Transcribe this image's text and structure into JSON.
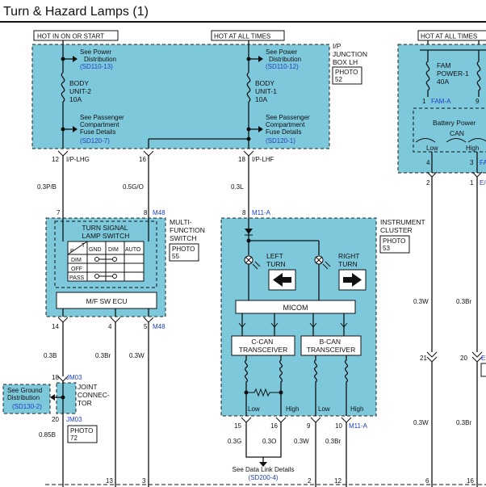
{
  "title": "Turn & Hazard Lamps (1)",
  "hot_labels": {
    "ign": "HOT IN ON OR START",
    "all1": "HOT AT ALL TIMES",
    "all2": "HOT AT ALL TIMES"
  },
  "ijb": {
    "title": [
      "I/P",
      "JUNCTION",
      "BOX LH"
    ],
    "photo": [
      "PHOTO",
      "52"
    ],
    "left": {
      "see_power": [
        "See Power",
        "Distribution"
      ],
      "see_power_ref": "(SD110-13)",
      "fuse": [
        "BODY",
        "UNIT-2",
        "10A"
      ],
      "see_pass": [
        "See Passenger",
        "Compartment",
        "Fuse Details"
      ],
      "see_pass_ref": "(SD120-7)"
    },
    "right": {
      "see_power": [
        "See Power",
        "Distribution"
      ],
      "see_power_ref": "(SD110-12)",
      "fuse": [
        "BODY",
        "UNIT-1",
        "10A"
      ],
      "see_pass": [
        "See Passenger",
        "Compartment",
        "Fuse Details"
      ],
      "see_pass_ref": "(SD120-1)"
    },
    "pins": [
      {
        "num": "12",
        "label": "I/P-LHG"
      },
      {
        "num": "16",
        "label": ""
      },
      {
        "num": "18",
        "label": "I/P-LHF"
      }
    ]
  },
  "fam": {
    "fuse": [
      "FAM",
      "POWER-1",
      "40A"
    ],
    "pin1": "1",
    "conn": "FAM-A",
    "pin9": "9",
    "batt": [
      "Battery Power",
      "CAN"
    ],
    "low": "Low",
    "high": "High",
    "pin4": "4",
    "pin3": "3",
    "conn2": "FA"
  },
  "wires": {
    "w1": "0.3P/B",
    "w2": "0.5G/O",
    "w3": "0.3L",
    "w4": "0.3B",
    "w5": "0.3Br",
    "w6": "0.3W",
    "w7": "0.85B",
    "w8": "0.3G",
    "w9": "0.3O",
    "w10": "0.3W",
    "w11": "0.3Br",
    "w12": "0.3W",
    "w13": "0.3Br",
    "w14": "0.3W",
    "w15": "0.3Br"
  },
  "mfs": {
    "title": [
      "MULTI-",
      "FUNCTION",
      "SWITCH"
    ],
    "photo": [
      "PHOTO",
      "55"
    ],
    "inner": [
      "TURN SIGNAL",
      "LAMP SWITCH"
    ],
    "table_head": [
      "P",
      "T",
      "GND",
      "DIM",
      "AUTO"
    ],
    "rows": [
      "DIM",
      "OFF",
      "PASS"
    ],
    "ecu": "M/F SW ECU",
    "pin7": "7",
    "pin8": "8",
    "conn_top": "M48",
    "pin14": "14",
    "pin4": "4",
    "pin5": "5",
    "conn_bot": "M48"
  },
  "cluster": {
    "title": [
      "INSTRUMENT",
      "CLUSTER"
    ],
    "photo": [
      "PHOTO",
      "53"
    ],
    "pin8": "8",
    "conn_top": "M11-A",
    "left_turn": [
      "LEFT",
      "TURN"
    ],
    "right_turn": [
      "RIGHT",
      "TURN"
    ],
    "micom": "MICOM",
    "ccan": [
      "C-CAN",
      "TRANSCEIVER"
    ],
    "bcan": [
      "B-CAN",
      "TRANSCEIVER"
    ],
    "low1": "Low",
    "high1": "High",
    "low2": "Low",
    "high2": "High",
    "pins": [
      "15",
      "16",
      "9",
      "10"
    ],
    "conn_bot": "M11-A"
  },
  "joint": {
    "pin18": "18",
    "conn": "JM03",
    "label": [
      "JOINT",
      "CONNEC-",
      "TOR"
    ],
    "see_ground": [
      "See Ground",
      "Distribution"
    ],
    "see_ground_ref": "(SD130-2)",
    "pin20": "20",
    "conn2": "JM03",
    "photo": [
      "PHOTO",
      "72"
    ]
  },
  "data_link": {
    "text": "See Data Link Details",
    "ref": "(SD200-4)"
  },
  "right_side": {
    "pin2": "2",
    "pin1": "1",
    "conn": "E/",
    "pin21": "21",
    "pin20": "20",
    "conn2": "E"
  },
  "bottom_pins": [
    "13",
    "3",
    "2",
    "12",
    "6",
    "16"
  ]
}
